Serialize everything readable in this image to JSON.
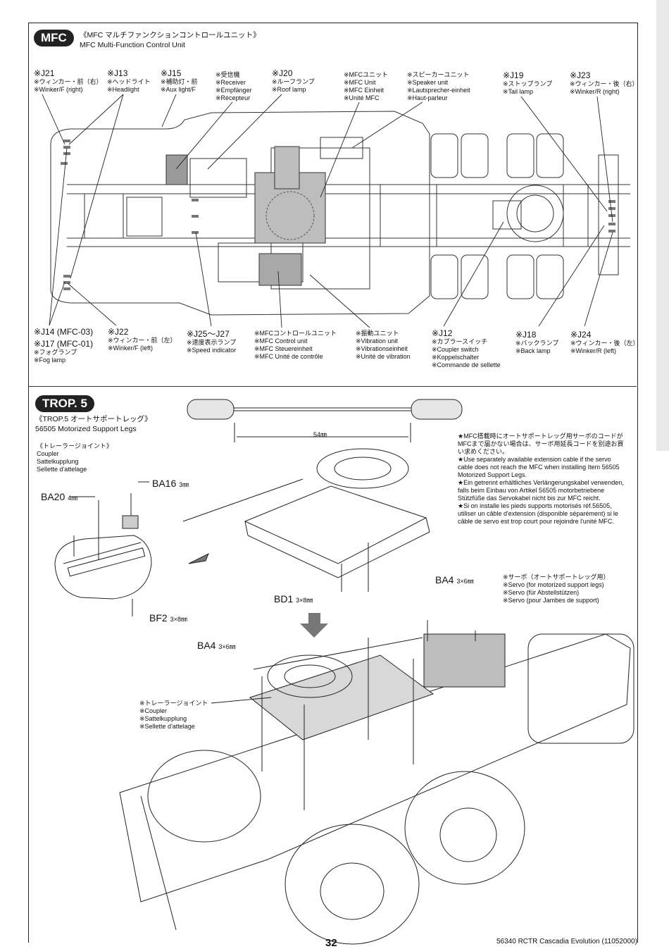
{
  "mfc": {
    "badge": "MFC",
    "title_ja": "《MFC マルチファンクションコントロールユニット》",
    "title_en": "MFC Multi-Function Control Unit",
    "top_labels": [
      {
        "code": "※J21",
        "lines": [
          "※ウィンカー・前（右）",
          "※Winker/F (right)"
        ]
      },
      {
        "code": "※J13",
        "lines": [
          "※ヘッドライト",
          "※Headlight"
        ]
      },
      {
        "code": "※J15",
        "lines": [
          "※補助灯・前",
          "※Aux light/F"
        ]
      },
      {
        "code": "",
        "lines": [
          "※受信機",
          "※Receiver",
          "※Empfänger",
          "※Récepteur"
        ]
      },
      {
        "code": "※J20",
        "lines": [
          "※ルーフランプ",
          "※Roof lamp"
        ]
      },
      {
        "code": "",
        "lines": [
          "※MFCユニット",
          "※MFC Unit",
          "※MFC Einheit",
          "※Unité MFC"
        ]
      },
      {
        "code": "",
        "lines": [
          "※スピーカーユニット",
          "※Speaker unit",
          "※Lautsprecher-einheit",
          "※Haut-parleur"
        ]
      },
      {
        "code": "※J19",
        "lines": [
          "※ストップランプ",
          "※Tail lamp"
        ]
      },
      {
        "code": "※J23",
        "lines": [
          "※ウィンカー・後（右）",
          "※Winker/R (right)"
        ]
      }
    ],
    "bottom_labels": [
      {
        "code": "※J14 (MFC-03)",
        "lines": []
      },
      {
        "code": "※J17 (MFC-01)",
        "lines": [
          "※フォグランプ",
          "※Fog lamp"
        ]
      },
      {
        "code": "※J22",
        "lines": [
          "※ウィンカー・前（左）",
          "※Winker/F (left)"
        ]
      },
      {
        "code": "※J25〜J27",
        "lines": [
          "※速度表示ランプ",
          "※Speed indicator"
        ]
      },
      {
        "code": "",
        "lines": [
          "※MFCコントロールユニット",
          "※MFC Control unit",
          "※MFC Steuereinheit",
          "※MFC Unité de contrôle"
        ]
      },
      {
        "code": "",
        "lines": [
          "※振動ユニット",
          "※Vibration unit",
          "※Vibrationseinheit",
          "※Unité de vibration"
        ]
      },
      {
        "code": "※J12",
        "lines": [
          "※カプラースイッチ",
          "※Coupler switch",
          "※Koppelschalter",
          "※Commande de sellette"
        ]
      },
      {
        "code": "※J18",
        "lines": [
          "※バックランプ",
          "※Back lamp"
        ]
      },
      {
        "code": "※J24",
        "lines": [
          "※ウィンカー・後（左）",
          "※Winker/R (left)"
        ]
      }
    ]
  },
  "trop": {
    "badge": "TROP. 5",
    "title_ja": "《TROP.5 オートサポートレッグ》",
    "title_en": "56505 Motorized Support Legs",
    "coupler_block": [
      "《トレーラージョイント》",
      "Coupler",
      "Sattelkupplung",
      "Sellette d'attelage"
    ],
    "rod_length": "54㎜",
    "note": [
      "★MFC搭載時にオートサポートレッグ用サーボのコードがMFCまで届かない場合は、サーボ用延長コードを別途お買い求めください。",
      "★Use separately available extension cable if the servo cable does not reach the MFC when installing Item 56505 Motorized Support Legs.",
      "★Ein getrennt erhältliches Verlängerungskabel verwenden, falls beim Einbau von Artikel 56505 motorbetriebene Stützfüße das Servokabel nicht bis zur MFC reicht.",
      "★Si on installe les pieds supports motorisés réf.56505, utiliser un câble d'extension (disponible séparément) si le câble de servo est trop court pour rejoindre l'unité MFC."
    ],
    "parts": {
      "ba16": {
        "code": "BA16",
        "size": "3㎜"
      },
      "ba20": {
        "code": "BA20",
        "size": "4㎜"
      },
      "bf2": {
        "code": "BF2",
        "size": "3×8㎜"
      },
      "bd1": {
        "code": "BD1",
        "size": "3×8㎜"
      },
      "ba4_top": {
        "code": "BA4",
        "size": "3×6㎜"
      },
      "ba4_left": {
        "code": "BA4",
        "size": "3×6㎜"
      }
    },
    "servo_label": [
      "※サーボ（オートサポートレッグ用）",
      "※Servo (for motorized support legs)",
      "※Servo (für Abstellstützen)",
      "※Servo (pour Jambes de support)"
    ],
    "coupler_label": [
      "※トレーラージョイント",
      "※Coupler",
      "※Sattelkupplung",
      "※Sellette d'attelage"
    ]
  },
  "footer": {
    "page_number": "32",
    "model": "56340 RCTR Cascadia Evolution (11052000)"
  }
}
